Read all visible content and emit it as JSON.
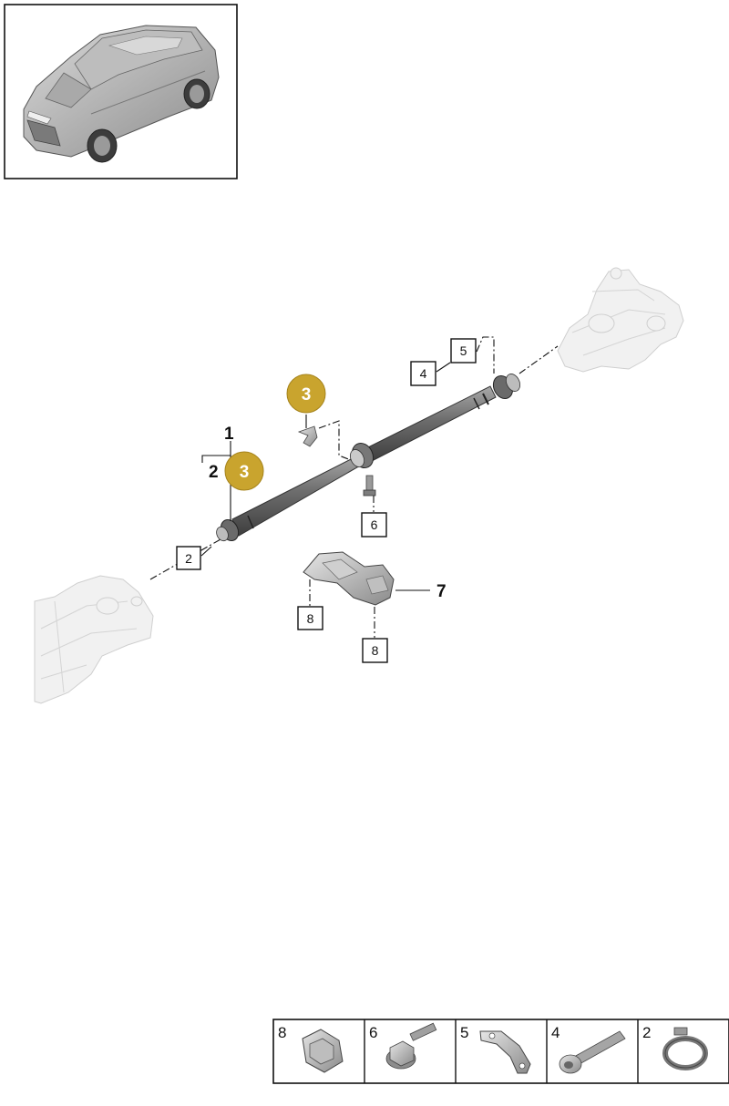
{
  "callouts": {
    "c1": "1",
    "c2_plain": "2",
    "c3_gold_top": "3",
    "c3_gold_mid": "3",
    "c2_box": "2",
    "c4": "4",
    "c5": "5",
    "c6": "6",
    "c7": "7",
    "c8_left": "8",
    "c8_bottom": "8"
  },
  "legend": [
    {
      "number": "8",
      "icon": "nut-icon"
    },
    {
      "number": "6",
      "icon": "flange-bolt-icon"
    },
    {
      "number": "5",
      "icon": "lock-plate-icon"
    },
    {
      "number": "4",
      "icon": "socket-bolt-icon"
    },
    {
      "number": "2",
      "icon": "hose-clamp-icon"
    }
  ],
  "colors": {
    "gold": "#c9a42e",
    "shaft_dark": "#5a5a5a",
    "shaft_light": "#9a9a9a",
    "ghost_part": "#f1f1f1"
  }
}
